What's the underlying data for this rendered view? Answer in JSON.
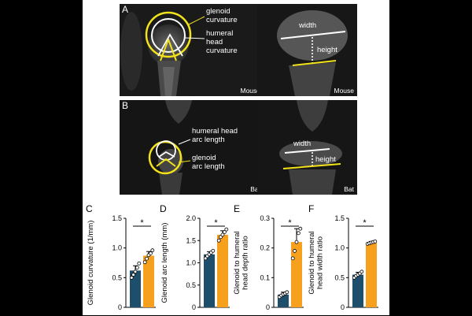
{
  "panels": {
    "A": {
      "letter": "A",
      "left_label": "Mouse",
      "right_label": "Mouse",
      "annotations": {
        "glenoid_curvature": "glenoid\ncurvature",
        "humeral_head_curvature": "humeral\nhead\ncurvature",
        "width": "width",
        "height": "height"
      }
    },
    "B": {
      "letter": "B",
      "left_label": "Bat",
      "right_label": "Bat",
      "annotations": {
        "humeral_head_arc_length": "humeral head\narc length",
        "glenoid_arc_length": "glenoid\narc length",
        "width": "width",
        "height": "height"
      }
    }
  },
  "colors": {
    "mouse": "#1d4e6b",
    "bat": "#f7a01e",
    "annotation_yellow": "#f2e21a",
    "annotation_white": "#ffffff"
  },
  "chart_data": [
    {
      "panel": "C",
      "type": "bar",
      "ylabel": "Glenoid curvature (1/mm)",
      "ylim": [
        0,
        1.5
      ],
      "yticks": [
        0,
        0.5,
        1.0,
        1.5
      ],
      "ytick_labels": [
        "0",
        "0.5",
        "1.0",
        "1.5"
      ],
      "values": [
        0.62,
        0.87
      ],
      "errors": [
        0.08,
        0.07
      ],
      "points": [
        [
          0.5,
          0.55,
          0.6,
          0.67,
          0.74
        ],
        [
          0.76,
          0.82,
          0.88,
          0.91,
          0.96
        ]
      ],
      "significance": "*"
    },
    {
      "panel": "D",
      "type": "bar",
      "ylabel": "Glenoid arc length (mm)",
      "ylim": [
        0,
        2.0
      ],
      "yticks": [
        0,
        0.5,
        1.0,
        1.5,
        2.0
      ],
      "ytick_labels": [
        "0",
        "0.5",
        "1.0",
        "1.5",
        "2.0"
      ],
      "values": [
        1.19,
        1.63
      ],
      "errors": [
        0.06,
        0.09
      ],
      "points": [
        [
          1.1,
          1.15,
          1.19,
          1.23,
          1.27
        ],
        [
          1.5,
          1.58,
          1.63,
          1.69,
          1.75
        ]
      ],
      "significance": "*"
    },
    {
      "panel": "E",
      "type": "bar",
      "ylabel": "Glenoid to humeral head depth ratio",
      "ylim": [
        0,
        0.3
      ],
      "yticks": [
        0,
        0.1,
        0.2,
        0.3
      ],
      "ytick_labels": [
        "0",
        "0.1",
        "0.2",
        "0.3"
      ],
      "values": [
        0.043,
        0.22
      ],
      "errors": [
        0.008,
        0.045
      ],
      "points": [
        [
          0.035,
          0.04,
          0.044,
          0.047,
          0.051
        ],
        [
          0.165,
          0.19,
          0.22,
          0.25,
          0.265
        ]
      ],
      "significance": "*"
    },
    {
      "panel": "F",
      "type": "bar",
      "ylabel": "Glenoid to humeral head width ratio",
      "ylim": [
        0,
        1.5
      ],
      "yticks": [
        0,
        0.5,
        1.0,
        1.5
      ],
      "ytick_labels": [
        "0",
        "0.5",
        "1.0",
        "1.5"
      ],
      "values": [
        0.55,
        1.09
      ],
      "errors": [
        0.04,
        0.02
      ],
      "points": [
        [
          0.5,
          0.53,
          0.55,
          0.57,
          0.6
        ],
        [
          1.07,
          1.08,
          1.09,
          1.1,
          1.11
        ]
      ],
      "significance": "*"
    }
  ]
}
